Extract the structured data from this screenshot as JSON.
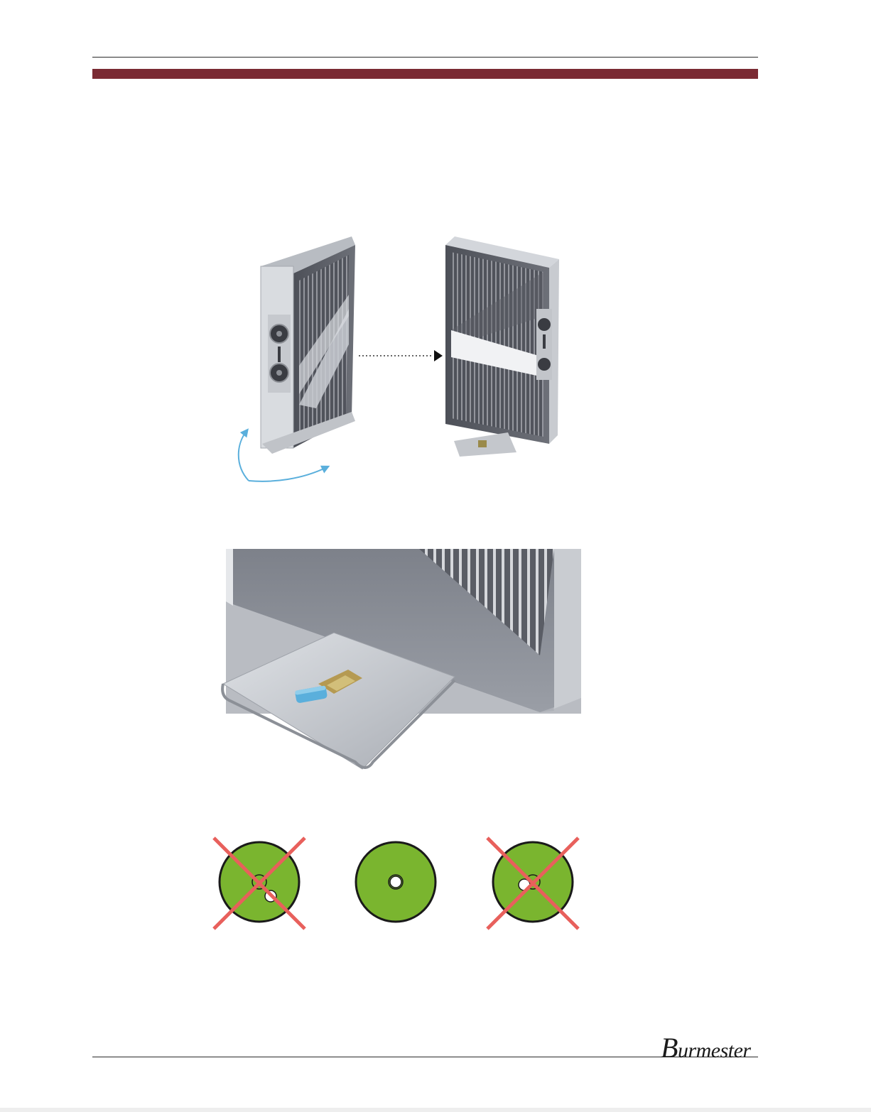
{
  "header": {
    "band_color": "#7a2a33"
  },
  "figures": {
    "turn_direction_icon": "curved-double-arrow-icon",
    "move_icon": "dotted-arrow-right-icon",
    "disc_placement": [
      {
        "state": "off-center",
        "valid": false
      },
      {
        "state": "centered",
        "valid": true
      },
      {
        "state": "off-center",
        "valid": false
      }
    ],
    "disc_color": "#7ab52f",
    "reject_mark_color": "#e8605c",
    "reject_icon": "red-cross-icon",
    "tray_key_color": "#5aafdc"
  },
  "footer": {
    "brand": "Burmester"
  }
}
